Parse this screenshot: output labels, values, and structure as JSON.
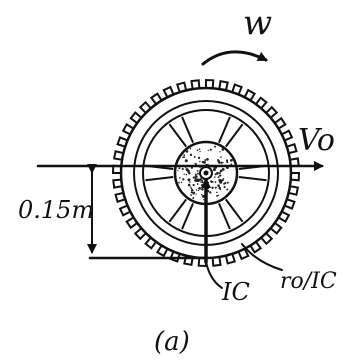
{
  "diagram": {
    "labels": {
      "omega": "w",
      "velocity": "Vo",
      "radius_dimension": "0.15m",
      "instant_center": "IC",
      "position_vector": "ro/IC",
      "caption": "(a)"
    },
    "icons": {
      "rotation": "curved-arrow-icon",
      "wheel": "gear-wheel-icon"
    },
    "colors": {
      "ink": "#111111",
      "paper": "#ffffff",
      "hub_dots": "#222222"
    }
  }
}
